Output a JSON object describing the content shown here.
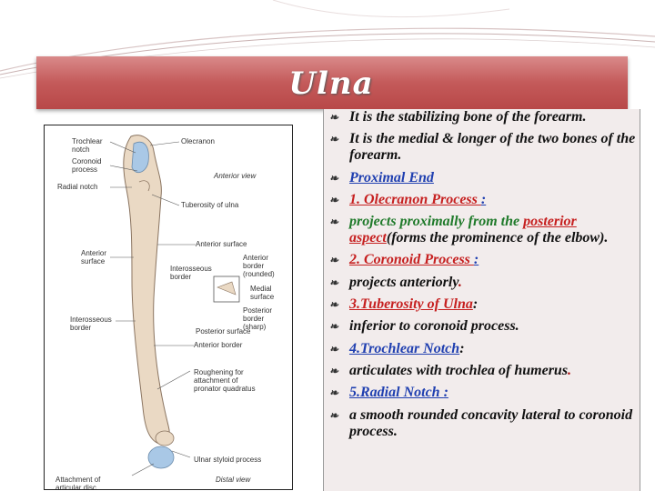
{
  "slide": {
    "title": "Ulna",
    "colors": {
      "title_bar": "#c45a5a",
      "panel": "#f2ecec",
      "blue": "#1f3fb0",
      "red": "#c62020",
      "green": "#1f7a2a"
    }
  },
  "figure": {
    "labels": {
      "trochlear_notch": "Trochlear notch",
      "coronoid_process": "Coronoid process",
      "radial_notch": "Radial notch",
      "olecranon": "Olecranon",
      "anterior_view": "Anterior view",
      "tuberosity": "Tuberosity of ulna",
      "anterior_surface_left": "Anterior surface",
      "anterior_surface": "Anterior surface",
      "interosseous_border_inset": "Interosseous border",
      "anterior_border_rounded": "Anterior border (rounded)",
      "medial_surface": "Medial surface",
      "interosseous_border": "Interosseous border",
      "posterior_border": "Posterior border (sharp)",
      "posterior_surface": "Posterior surface",
      "anterior_border": "Anterior border",
      "roughening": "Roughening for attachment of pronator quadratus",
      "ulnar_styloid": "Ulnar styloid process",
      "attachment_disc": "Attachment of articular disc",
      "distal_view": "Distal view"
    }
  },
  "bullets": [
    {
      "parts": [
        {
          "text": "It is the stabilizing bone of the forearm.",
          "style": "plain"
        }
      ]
    },
    {
      "parts": [
        {
          "text": "It is the medial & longer of the two bones of the forearm.",
          "style": "plain"
        }
      ]
    },
    {
      "parts": [
        {
          "text": "Proximal End",
          "style": "blue"
        }
      ]
    },
    {
      "parts": [
        {
          "text": "1. Olecranon Process ",
          "style": "red"
        },
        {
          "text": ":",
          "style": "blue"
        }
      ]
    },
    {
      "parts": [
        {
          "text": "projects  proximally from the ",
          "style": "green"
        },
        {
          "text": "posterior aspect",
          "style": "red"
        },
        {
          "text": "(forms the prominence of the elbow).",
          "style": "plain"
        }
      ]
    },
    {
      "parts": [
        {
          "text": "2. Coronoid Process ",
          "style": "red"
        },
        {
          "text": ":",
          "style": "blue"
        }
      ]
    },
    {
      "parts": [
        {
          "text": "projects anteriorly",
          "style": "plain"
        },
        {
          "text": ".",
          "style": "darkred"
        }
      ]
    },
    {
      "parts": [
        {
          "text": "3.Tuberosity of Ulna",
          "style": "red"
        },
        {
          "text": ":",
          "style": "plain"
        }
      ]
    },
    {
      "parts": [
        {
          "text": "inferior to coronoid process.",
          "style": "plain"
        }
      ]
    },
    {
      "parts": [
        {
          "text": "4.Trochlear Notch",
          "style": "blue"
        },
        {
          "text": ":",
          "style": "plain"
        }
      ]
    },
    {
      "parts": [
        {
          "text": "articulates with trochlea of humerus",
          "style": "plain"
        },
        {
          "text": ".",
          "style": "darkred"
        }
      ]
    },
    {
      "parts": [
        {
          "text": "5.Radial Notch ",
          "style": "blue"
        },
        {
          "text": ":",
          "style": "blue"
        }
      ]
    },
    {
      "parts": [
        {
          "text": "a smooth rounded concavity lateral to coronoid process.",
          "style": "plain"
        }
      ]
    }
  ]
}
